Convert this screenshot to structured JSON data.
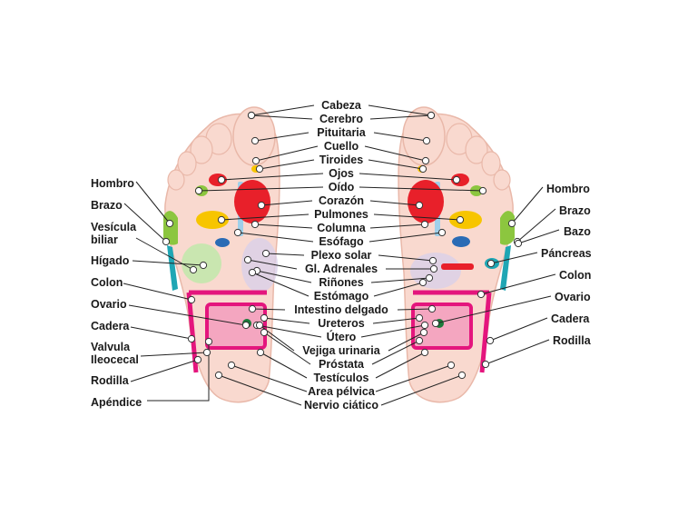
{
  "center_labels": [
    "Cabeza",
    "Cerebro",
    "Pituitaria",
    "Cuello",
    "Tiroides",
    "Ojos",
    "Oído",
    "Corazón",
    "Pulmones",
    "Columna",
    "Esófago",
    "Plexo solar",
    "Gl. Adrenales",
    "Riñones",
    "Estómago",
    "Intestino delgado",
    "Ureteros",
    "Útero",
    "Vejiga urinaria",
    "Próstata",
    "Testículos",
    "Area pélvica",
    "Nervio ciático"
  ],
  "left_labels": {
    "hombro": "Hombro",
    "brazo": "Brazo",
    "vesicula_1": "Vesícula",
    "vesicula_2": "biliar",
    "higado": "Hígado",
    "colon": "Colon",
    "ovario": "Ovario",
    "cadera": "Cadera",
    "valvula_1": "Valvula",
    "valvula_2": "Ileocecal",
    "rodilla": "Rodilla",
    "apendice": "Apéndice"
  },
  "right_labels": {
    "hombro": "Hombro",
    "brazo": "Brazo",
    "bazo": "Bazo",
    "pancreas": "Páncreas",
    "colon": "Colon",
    "ovario": "Ovario",
    "cadera": "Cadera",
    "rodilla": "Rodilla"
  },
  "colors": {
    "skin": "#f9d9cf",
    "skin_edge": "#e9b8a9",
    "red": "#e8202a",
    "yellow": "#f7c500",
    "green": "#8cc63f",
    "blue": "#2a6bb5",
    "magenta": "#e4157d",
    "pink": "#f4a6c0",
    "lavender": "#d9cfe9",
    "light_blue": "#9fd0ea",
    "light_green": "#c9e6b0"
  }
}
